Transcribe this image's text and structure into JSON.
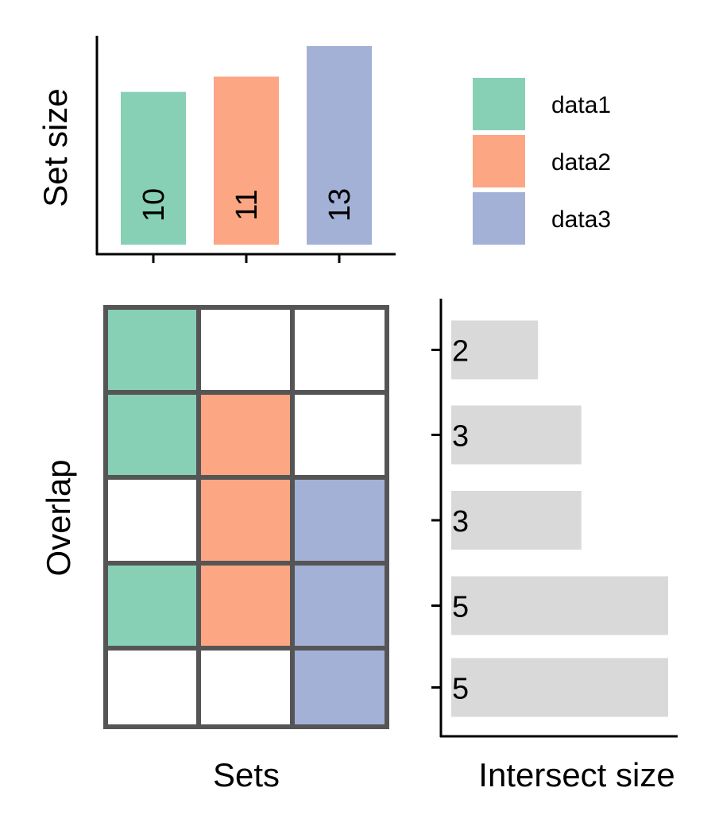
{
  "colors": {
    "data1": "#87D0B6",
    "data2": "#FCA683",
    "data3": "#A4B1D6",
    "intersect_bar": "#D9D9D9",
    "grid_line": "#555555",
    "axis": "#000000"
  },
  "chart_data": {
    "type": "upset",
    "sets": [
      "data1",
      "data2",
      "data3"
    ],
    "set_sizes": [
      10,
      11,
      13
    ],
    "set_size_label": "Set size",
    "matrix_ylabel": "Overlap",
    "matrix_xlabel": "Sets",
    "intersect_xlabel": "Intersect size",
    "legend_position": "top-right",
    "intersections": [
      {
        "members": [
          "data1"
        ],
        "size": 2
      },
      {
        "members": [
          "data1",
          "data2"
        ],
        "size": 3
      },
      {
        "members": [
          "data2",
          "data3"
        ],
        "size": 3
      },
      {
        "members": [
          "data1",
          "data2",
          "data3"
        ],
        "size": 5
      },
      {
        "members": [
          "data3"
        ],
        "size": 5
      }
    ]
  }
}
